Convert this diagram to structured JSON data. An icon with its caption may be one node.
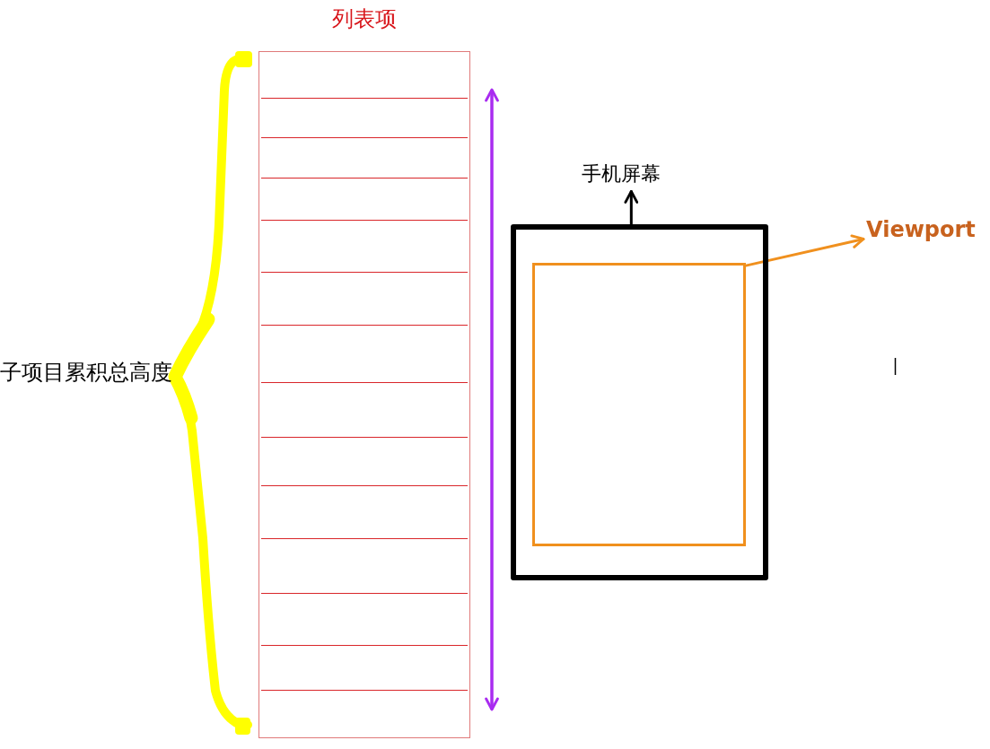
{
  "diagram": {
    "nodes": [
      {
        "text": [
          "列表项"
        ]
      },
      {
        "text": [
          "手机屏幕"
        ]
      },
      {
        "text": [],
        "shape": "box"
      },
      {
        "text": [],
        "shape": "box",
        "in": 2
      },
      {
        "text": [
          "Viewport"
        ]
      }
    ],
    "edges": [
      {
        "from": 2,
        "to": 1,
        "arrow": "to"
      },
      {
        "from": 3,
        "to": 4,
        "arrow": "to",
        "color": "#f0901e"
      }
    ],
    "labels": [
      "子项目累积总高度"
    ]
  }
}
